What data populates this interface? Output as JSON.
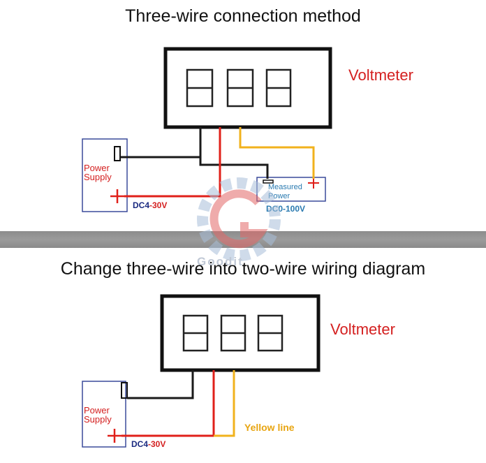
{
  "top": {
    "title": "Three-wire connection method",
    "voltmeter_label": "Voltmeter",
    "power_supply_label_line1": "Power",
    "power_supply_label_line2": "Supply",
    "supply_voltage_prefix": "DC4",
    "supply_voltage_suffix": "-30V",
    "measured_label_line1": "Measured",
    "measured_label_line2": "Power",
    "measured_voltage": "DC0-100V"
  },
  "bottom": {
    "title": "Change three-wire into two-wire wiring diagram",
    "voltmeter_label": "Voltmeter",
    "power_supply_label_line1": "Power",
    "power_supply_label_line2": "Supply",
    "supply_voltage_prefix": "DC4",
    "supply_voltage_suffix": "-30V",
    "yellow_line_label": "Yellow line"
  },
  "watermark": {
    "text": "Goodit"
  },
  "colors": {
    "red_wire": "#e0201a",
    "black_wire": "#1a1a1a",
    "yellow_wire": "#f1b21c",
    "label_red": "#d42020",
    "label_navy": "#1a2a80",
    "label_blue": "#2a7ab0",
    "yellow_label": "#e8a512",
    "box_border": "#3a4a9a"
  }
}
